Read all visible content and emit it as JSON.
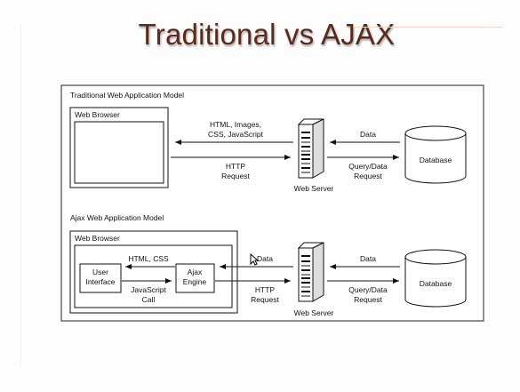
{
  "slide": {
    "title": "Traditional vs AJAX"
  },
  "traditional": {
    "section_title": "Traditional Web Application Model",
    "browser_label": "Web Browser",
    "response_label": [
      "HTML, Images,",
      "CSS, JavaScript"
    ],
    "request_label": [
      "HTTP",
      "Request"
    ],
    "server_label": "Web Server",
    "data_label": "Data",
    "query_label": [
      "Query/Data",
      "Request"
    ],
    "database_label": "Database"
  },
  "ajax": {
    "section_title": "Ajax Web Application Model",
    "browser_label": "Web Browser",
    "ui_label": [
      "User",
      "Interface"
    ],
    "engine_label": [
      "Ajax",
      "Engine"
    ],
    "html_css_label": "HTML, CSS",
    "js_call_label": [
      "JavaScript",
      "Call"
    ],
    "response_label": "Data",
    "request_label": [
      "HTTP",
      "Request"
    ],
    "server_label": "Web Server",
    "data_label": "Data",
    "query_label": [
      "Query/Data",
      "Request"
    ],
    "database_label": "Database"
  }
}
